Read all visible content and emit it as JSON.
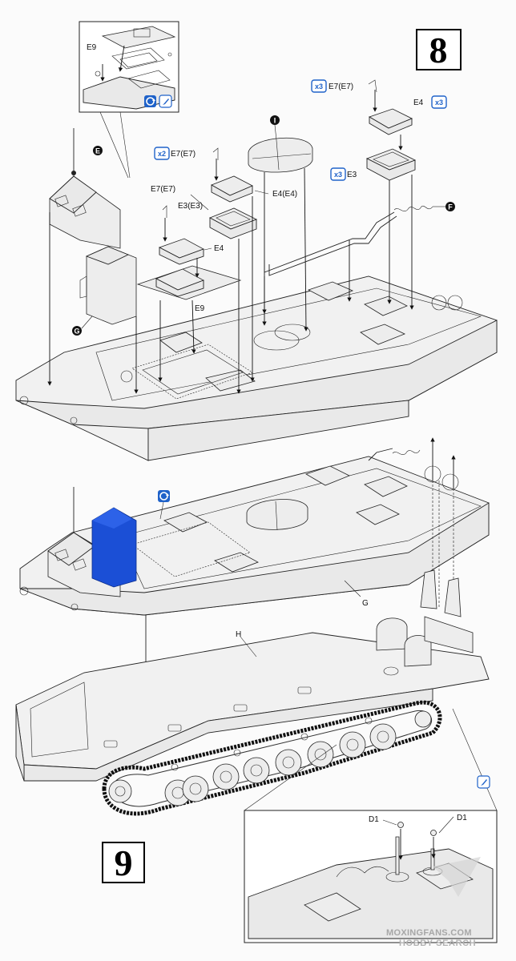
{
  "steps": {
    "step8": "8",
    "step9": "9"
  },
  "labels": {
    "e9_inset": "E9",
    "e_marker": "E",
    "i_marker": "I",
    "f_marker": "F",
    "g_marker": "G",
    "x2_count": "x2",
    "x3_count_a": "x3",
    "x3_count_b": "x3",
    "x3_count_c": "x3",
    "e7e7_top": "E7(E7)",
    "e4_top": "E4",
    "e3_right": "E3",
    "e7e7_mid": "E7(E7)",
    "e4e4": "E4(E4)",
    "e7e7_left": "E7(E7)",
    "e3e3": "E3(E3)",
    "e4_left": "E4",
    "e9_mid": "E9",
    "g_hull": "G",
    "h_hull": "H",
    "d1_left": "D1",
    "d1_right": "D1"
  },
  "icons": {
    "glue": "glue-brush-icon",
    "flip": "flip-rotate-icon"
  },
  "colors": {
    "blue_icon": "#1f62c9",
    "highlight": "#1b4fd6"
  },
  "watermark": {
    "line1": "MOXINGFANS.COM",
    "line2": "HOBBY SEARCH"
  }
}
